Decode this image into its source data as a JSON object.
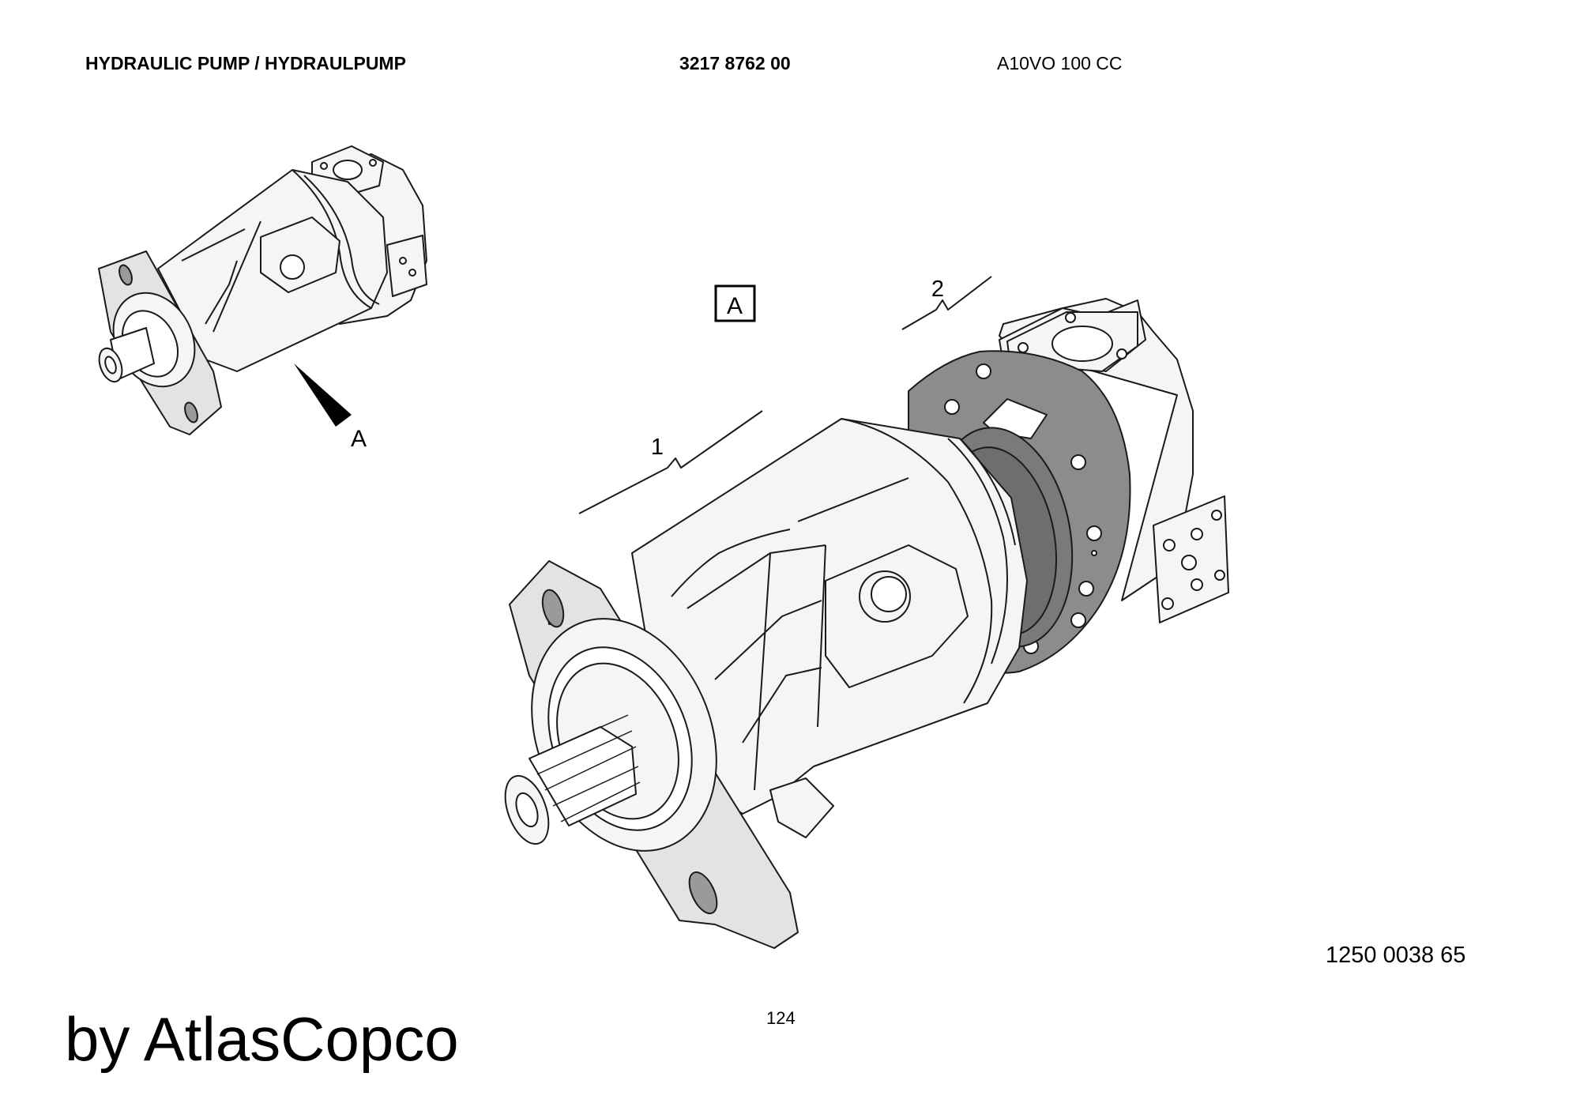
{
  "header": {
    "title": "HYDRAULIC PUMP / HYDRAULPUMP",
    "part_number": "3217 8762 00",
    "model": "A10VO 100 CC"
  },
  "overview": {
    "view_callout": "A"
  },
  "main_view": {
    "view_box_label": "A",
    "items": [
      {
        "number": "1"
      },
      {
        "number": "2"
      }
    ]
  },
  "footer": {
    "document_number": "1250 0038 65",
    "page_number": "124",
    "brand": "by AtlasCopco"
  },
  "colors": {
    "line": "#1a1a1a",
    "body_fill": "#f5f5f5",
    "flange_fill": "#e3e3e3",
    "gasket_fill": "#8c8c8c",
    "slot_fill": "#9a9a9a"
  }
}
